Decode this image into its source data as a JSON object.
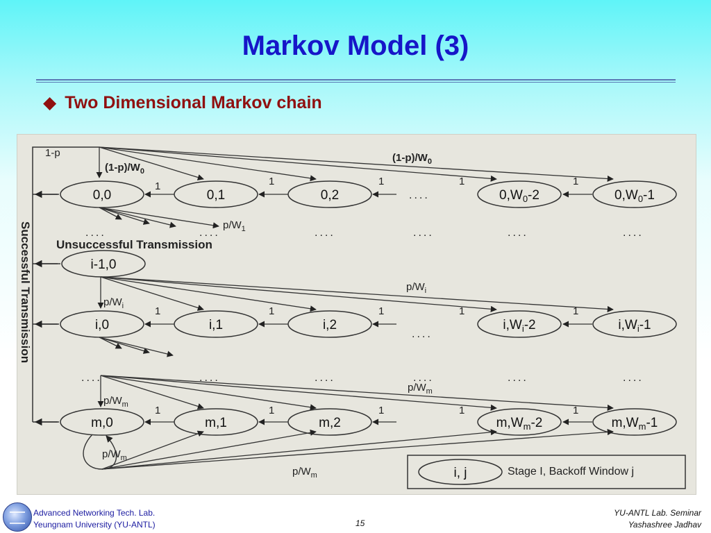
{
  "slide": {
    "title": "Markov Model (3)",
    "bullet": "Two Dimensional Markov chain",
    "bullet_icon": "diamond-bullet-icon",
    "title_color": "#1616c8",
    "bullet_color": "#901010"
  },
  "diagram": {
    "vertical_label": "Successful Transmission",
    "unsuccessful_label": "Unsuccessful Transmission",
    "row0": {
      "states": [
        "0,0",
        "0,1",
        "0,2",
        "0,W",
        "0,W"
      ],
      "state_subs": [
        "",
        "",
        "",
        "0",
        "0"
      ],
      "state_tails": [
        "",
        "",
        "",
        "-2",
        "-1"
      ],
      "top_label_main": "(1-p)/W",
      "top_label_sub": "0",
      "left_label_main": "(1-p)/W",
      "left_label_sub": "0",
      "entry_label": "1-p",
      "down_label_main": "p/W",
      "down_label_sub": "1"
    },
    "row_i_minus": {
      "state": "i-1,0"
    },
    "row_i": {
      "states": [
        "i,0",
        "i,1",
        "i,2",
        "i,W",
        "i,W"
      ],
      "state_subs": [
        "",
        "",
        "",
        "i",
        "i"
      ],
      "state_tails": [
        "",
        "",
        "",
        "-2",
        "-1"
      ],
      "top_label_main": "p/W",
      "top_label_sub": "i",
      "left_label_main": "p/W",
      "left_label_sub": "i"
    },
    "row_m": {
      "states": [
        "m,0",
        "m,1",
        "m,2",
        "m,W",
        "m,W"
      ],
      "state_subs": [
        "",
        "",
        "",
        "m",
        "m"
      ],
      "state_tails": [
        "",
        "",
        "",
        "-2",
        "-1"
      ],
      "top_label_main": "p/W",
      "top_label_sub": "m",
      "left_label_main": "p/W",
      "left_label_sub": "m",
      "loop_label_main": "p/W",
      "loop_label_sub": "m",
      "bottom_label_main": "p/W",
      "bottom_label_sub": "m"
    },
    "transition_one": "1",
    "dots": "....",
    "legend": {
      "state": "i, j",
      "text": "Stage I, Backoff Window j"
    }
  },
  "footer": {
    "lab": "Advanced Networking Tech. Lab.",
    "university": "Yeungnam University (YU-ANTL)",
    "page": "15",
    "seminar": "YU-ANTL Lab. Seminar",
    "author": "Yashashree Jadhav",
    "logo_icon": "university-seal-icon"
  }
}
